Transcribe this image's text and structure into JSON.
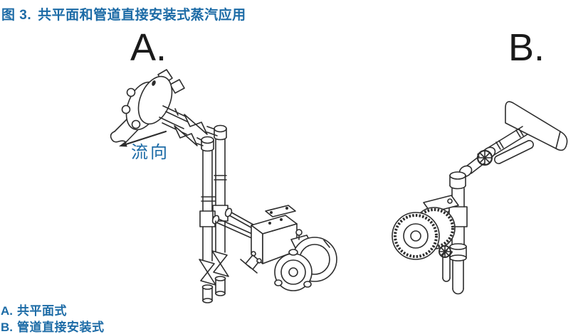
{
  "colors": {
    "accent_blue": "#1c6ba6",
    "line_art": "#2d2d2d",
    "background": "#ffffff"
  },
  "figure": {
    "label": "图 3.",
    "title": "共平面和管道直接安装式蒸汽应用"
  },
  "diagrams": {
    "a": {
      "label": "A.",
      "flow_label": "流向"
    },
    "b": {
      "label": "B."
    }
  },
  "captions": [
    {
      "letter": "A.",
      "text": "共平面式"
    },
    {
      "letter": "B.",
      "text": "管道直接安装式"
    }
  ]
}
